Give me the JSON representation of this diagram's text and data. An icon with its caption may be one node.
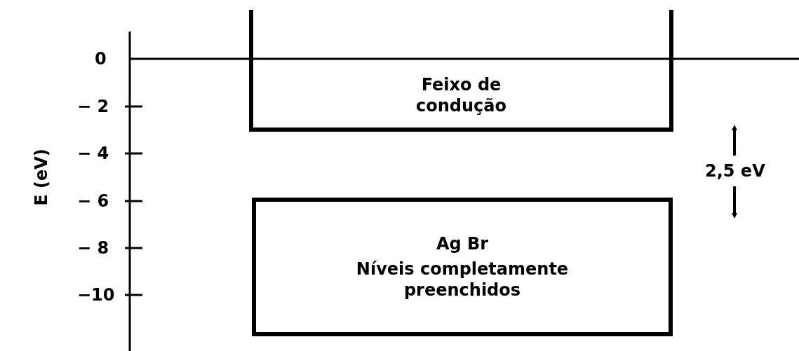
{
  "diagram": {
    "nodes": [
      {
        "text": [
          "Feixo de condução"
        ]
      },
      {
        "text": [
          "Ag Br",
          "Níveis completamente preenchidos"
        ]
      }
    ],
    "edges": [],
    "labels": [
      "0",
      "− 2",
      "− 4",
      "− 6",
      "− 8",
      "−10",
      "E (eV)",
      "2,5 eV"
    ]
  }
}
